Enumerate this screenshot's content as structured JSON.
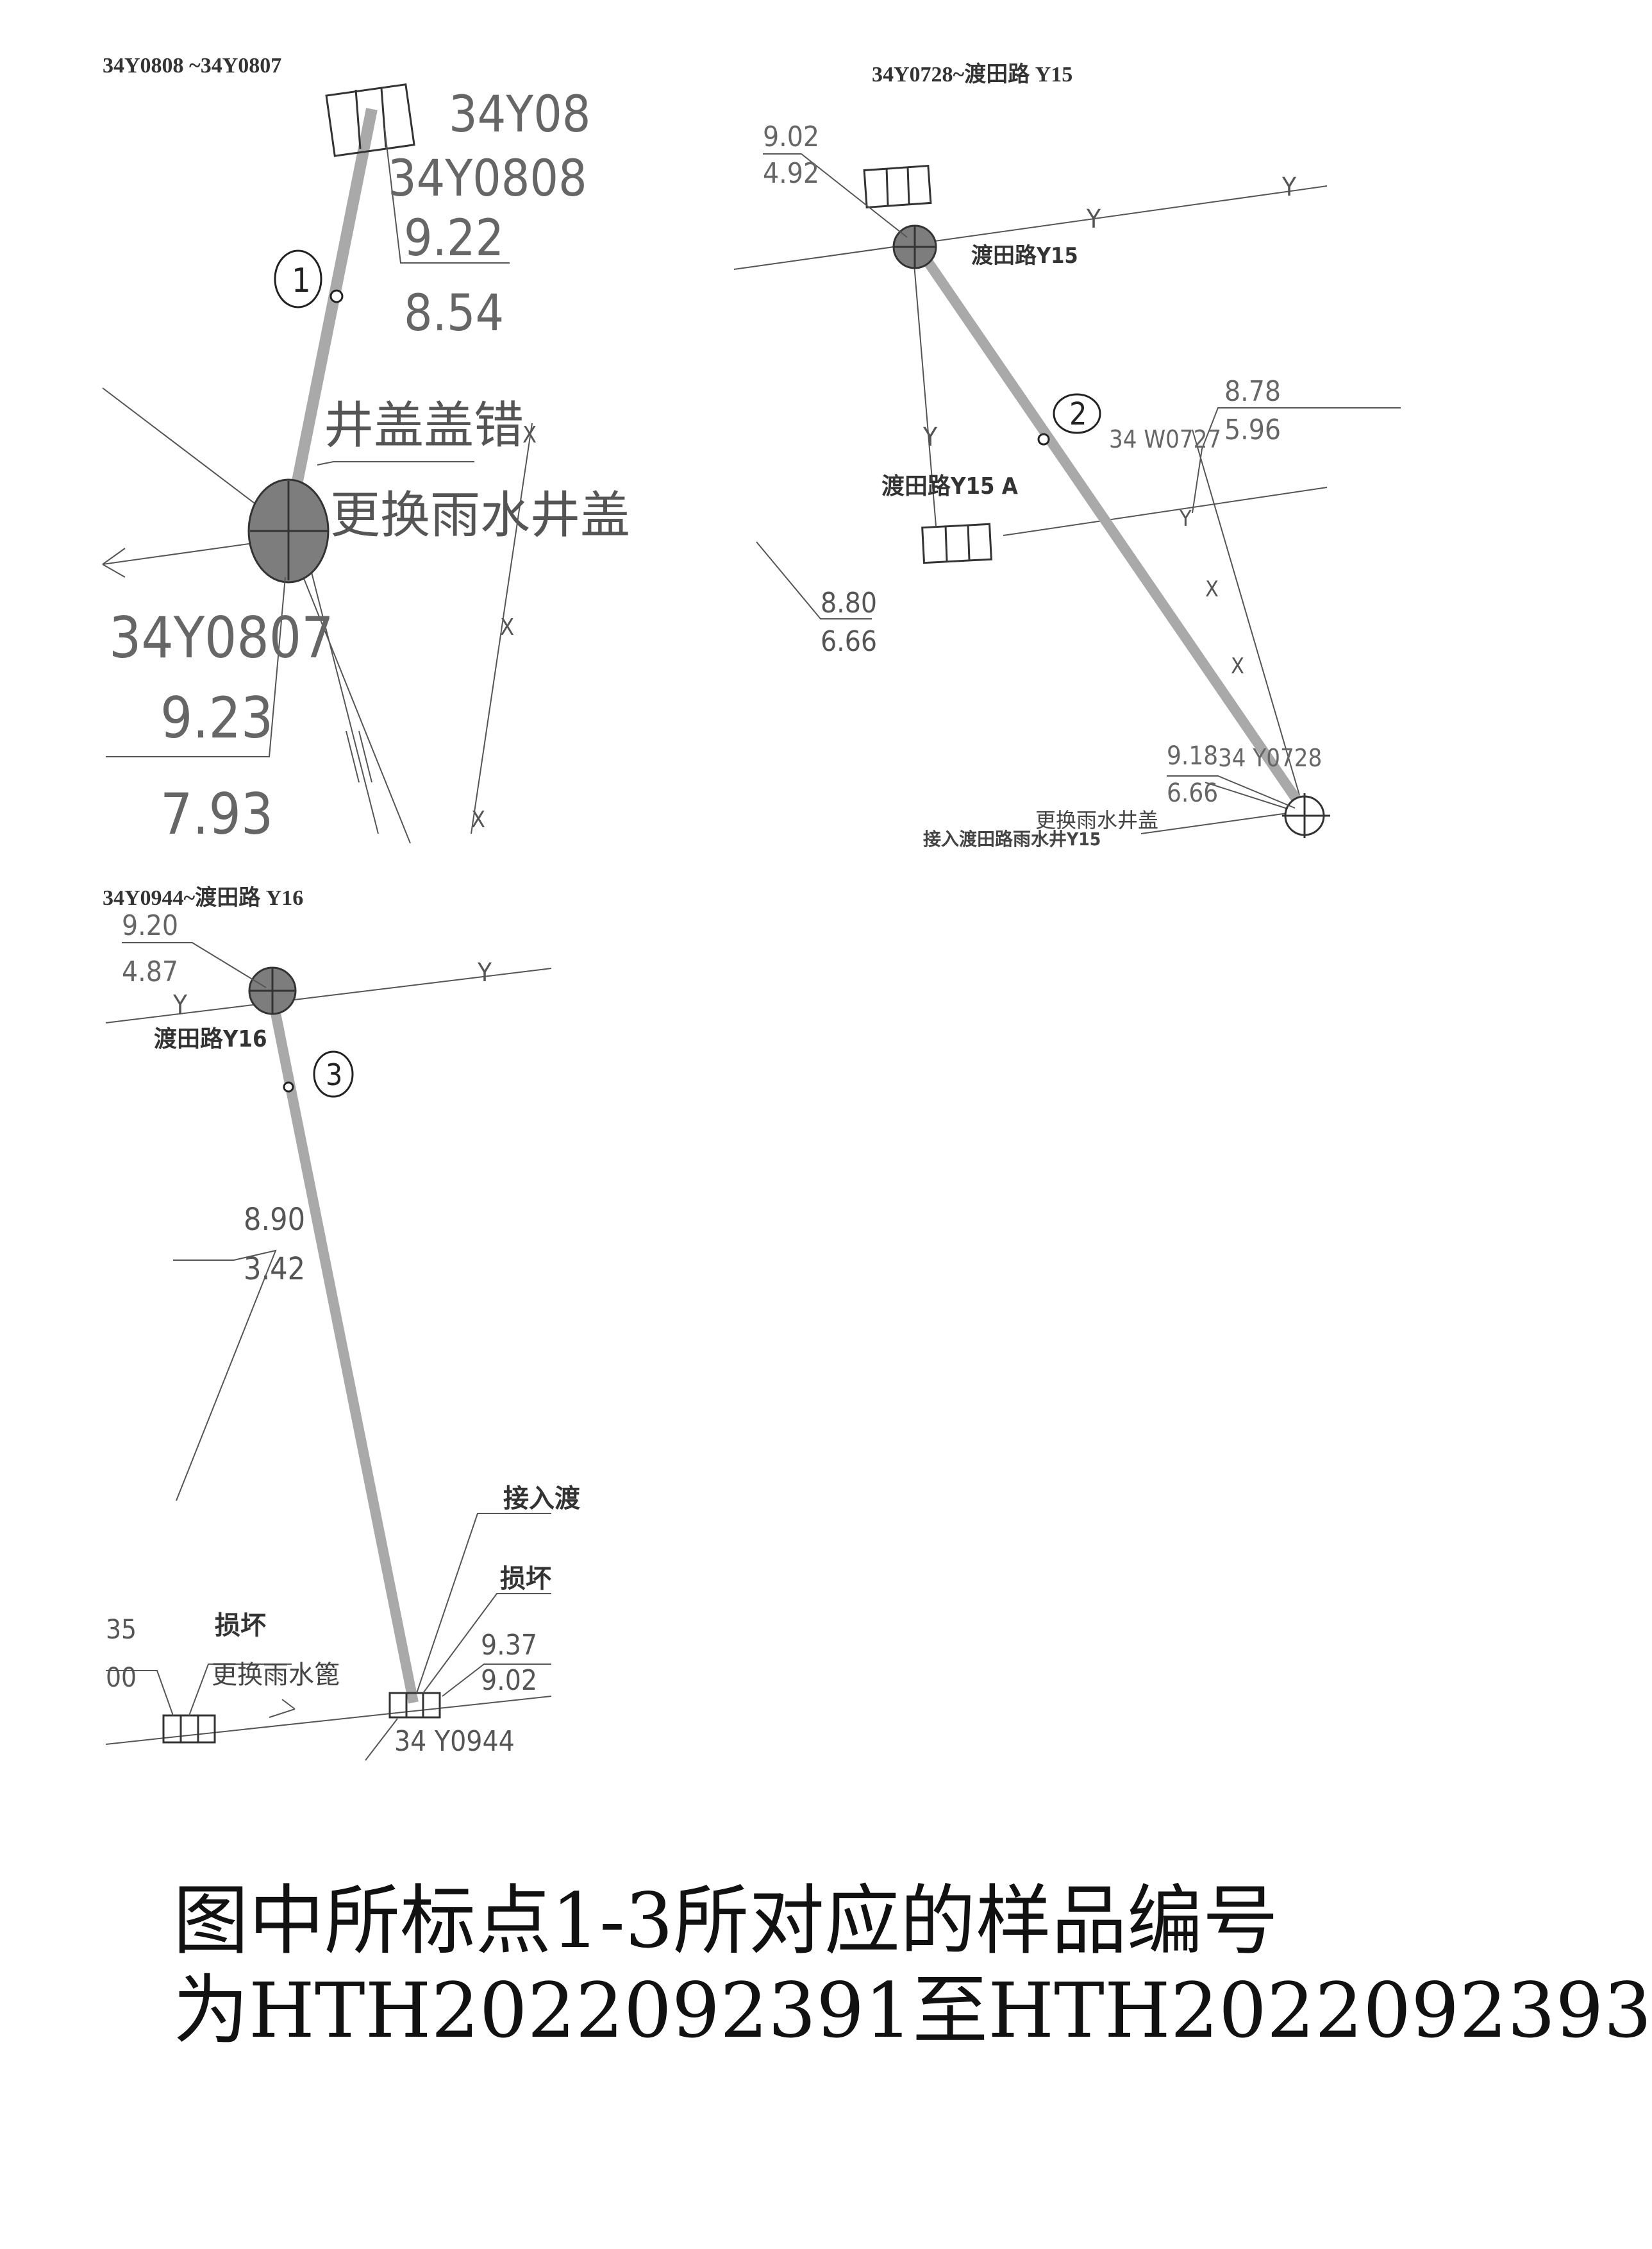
{
  "panel1": {
    "title": "34Y0808 ~34Y0807",
    "top_well": "34Y08",
    "well_a": {
      "id": "34Y0808",
      "ground": "9.22",
      "invert": "8.54"
    },
    "note_line1": "井盖盖错",
    "note_line2": "更换雨水井盖",
    "well_b": {
      "id": "34Y0807",
      "ground": "9.23",
      "invert": "7.93"
    },
    "point": "1"
  },
  "panel2": {
    "title": "34Y0728~渡田路 Y15",
    "top_elev": {
      "ground": "9.02",
      "invert": "4.92"
    },
    "well_label": "渡田路Y15",
    "y15a_label": "渡田路Y15 A",
    "w_label": "34 W0727",
    "w_elev": {
      "ground": "8.78",
      "invert": "5.96"
    },
    "left_elev": {
      "ground": "8.80",
      "invert": "6.66"
    },
    "bottom_id": "34 Y0728",
    "bottom_elev": {
      "ground": "9.18",
      "invert": "6.66"
    },
    "note_replace": "更换雨水井盖",
    "note_connect": "接入渡田路雨水井Y15",
    "point": "2"
  },
  "panel3": {
    "title": "34Y0944~渡田路 Y16",
    "top_elev": {
      "ground": "9.20",
      "invert": "4.87"
    },
    "well_label": "渡田路Y16",
    "mid_elev": {
      "ground": "8.90",
      "invert": "3.42"
    },
    "note_connect": "接入渡",
    "note_damage": "损坏",
    "note_broken": "损坏",
    "note_replace_grate": "更换雨水篦",
    "left_elev": {
      "ground": "35",
      "invert": "00"
    },
    "bottom_elev": {
      "ground": "9.37",
      "invert": "9.02"
    },
    "bottom_id": "34 Y0944",
    "point": "3"
  },
  "caption": {
    "line1": "图中所标点1-3所对应的样品编号",
    "line2": "为HTH2022092391至HTH2022092393"
  },
  "colors": {
    "pipe": "#a9a9a9",
    "well_fill": "#7d7d7d",
    "line": "#444444",
    "text": "#555555"
  },
  "legend": {
    "y": "Y",
    "x": "X"
  }
}
